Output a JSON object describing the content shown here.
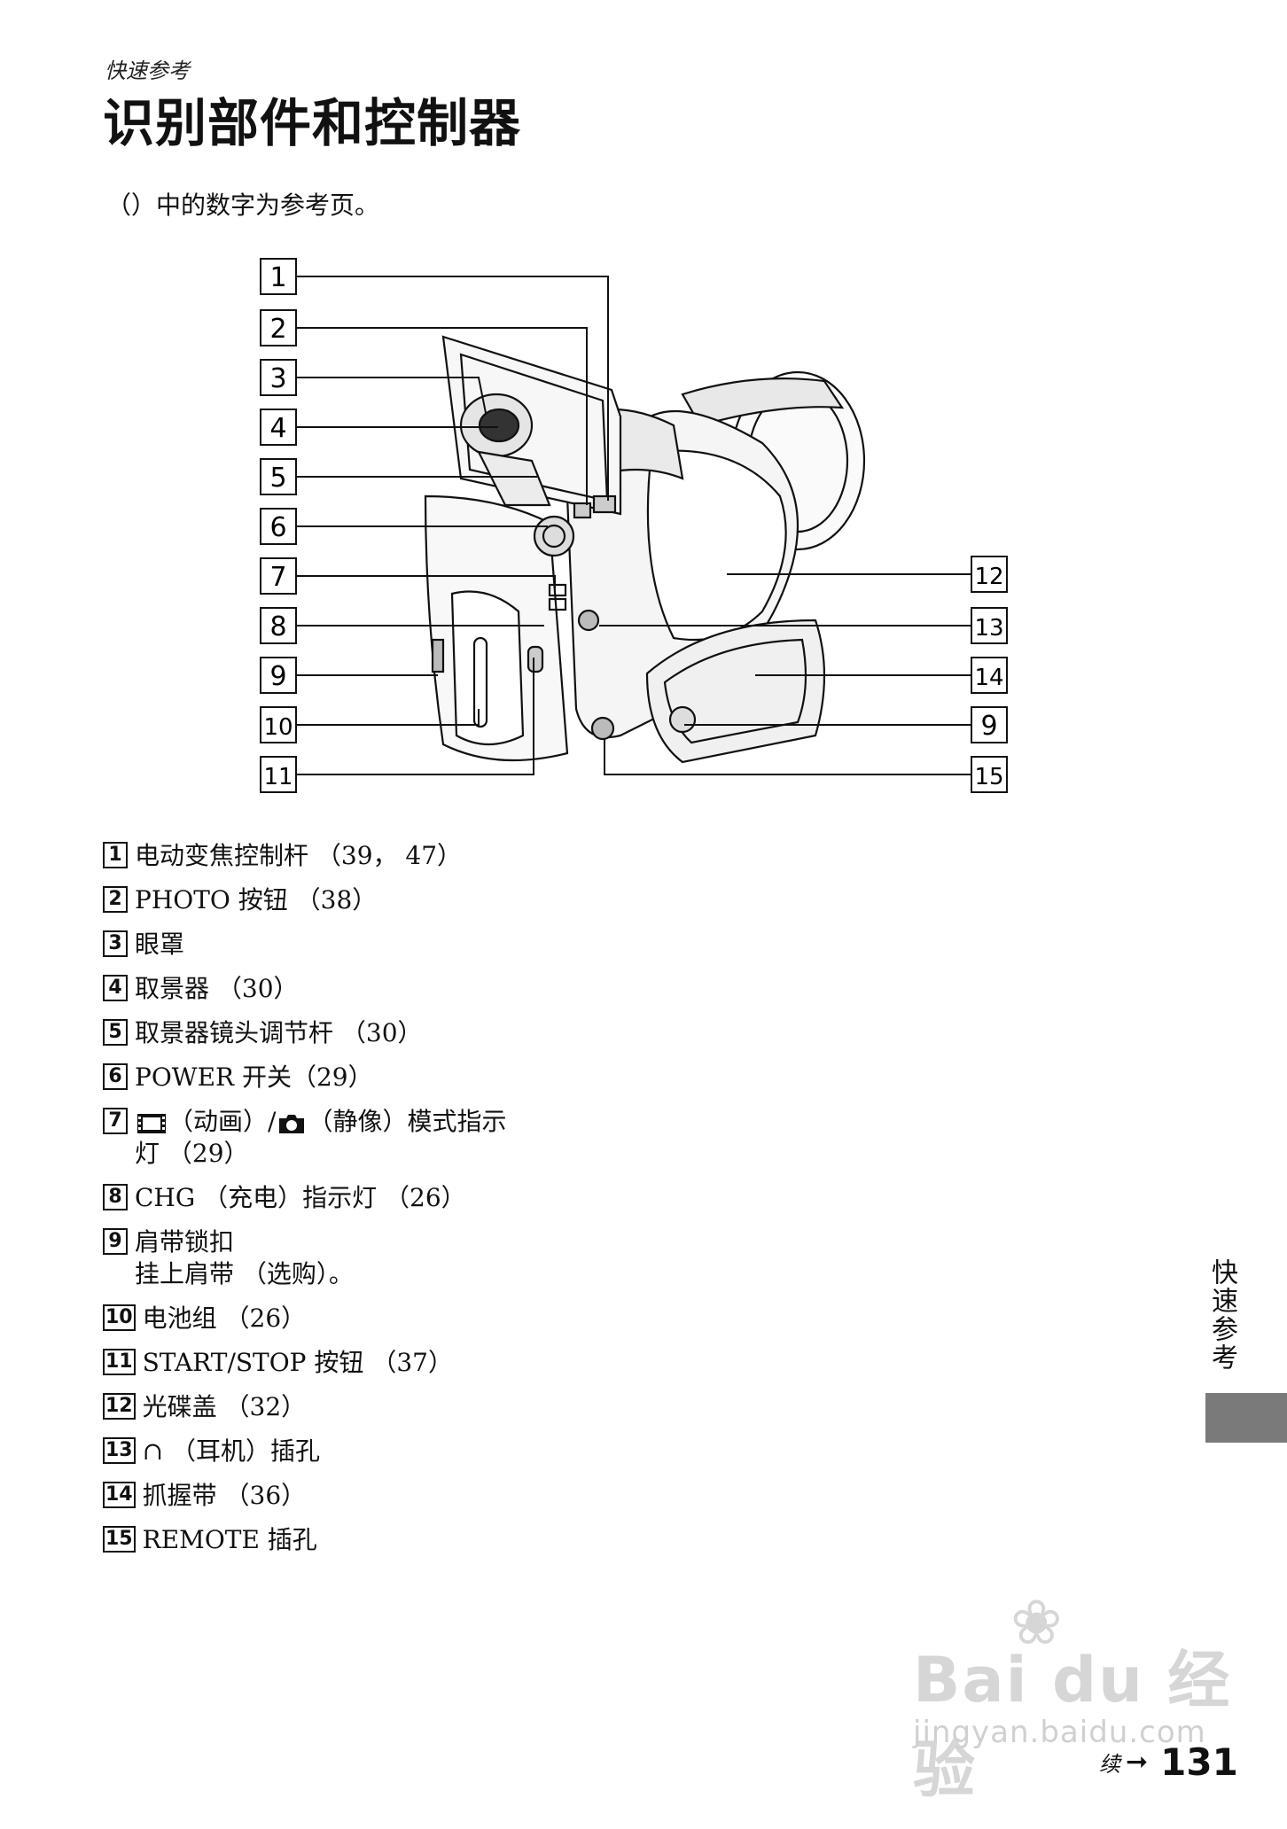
{
  "header": {
    "section_label": "快速参考",
    "title": "识别部件和控制器"
  },
  "intro": "（）中的数字为参考页。",
  "callouts": [
    "1",
    "2",
    "3",
    "4",
    "5",
    "6",
    "7",
    "8",
    "9",
    "10",
    "11",
    "12",
    "13",
    "9",
    "15",
    "14"
  ],
  "parts": [
    {
      "num": "1",
      "text": "电动变焦控制杆 （39， 47）"
    },
    {
      "num": "2",
      "text": "PHOTO 按钮 （38）"
    },
    {
      "num": "3",
      "text": "眼罩"
    },
    {
      "num": "4",
      "text": "取景器 （30）"
    },
    {
      "num": "5",
      "text": "取景器镜头调节杆 （30）"
    },
    {
      "num": "6",
      "text": "POWER 开关（29）"
    },
    {
      "num": "7",
      "text_a": "（动画）/",
      "text_b": "（静像）模式指示",
      "text_c": "灯 （29）"
    },
    {
      "num": "8",
      "text": "CHG （充电）指示灯 （26）"
    },
    {
      "num": "9",
      "text": "肩带锁扣",
      "sub": "挂上肩带 （选购）。"
    },
    {
      "num": "10",
      "text": "电池组 （26）"
    },
    {
      "num": "11",
      "text": "START/STOP 按钮 （37）"
    },
    {
      "num": "12",
      "text": "光碟盖 （32）"
    },
    {
      "num": "13",
      "text": "∩ （耳机）插孔"
    },
    {
      "num": "14",
      "text": "抓握带 （36）"
    },
    {
      "num": "15",
      "text": "REMOTE 插孔"
    }
  ],
  "side_tab": "快速参考",
  "footer": {
    "continued_label": "续",
    "page_number": "131"
  },
  "watermark": {
    "logo": "Bai du 经验",
    "url": "jingyan.baidu.com"
  }
}
